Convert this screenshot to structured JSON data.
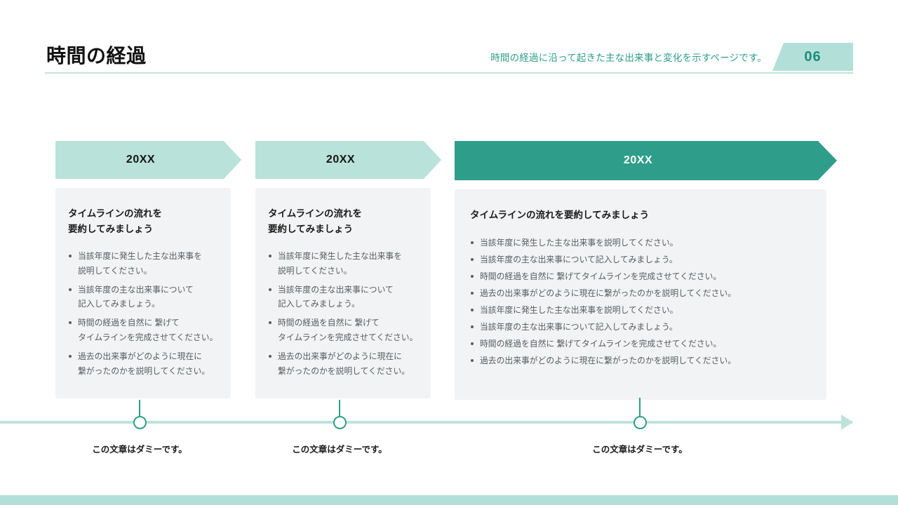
{
  "header": {
    "title": "時間の経過",
    "subtitle": "時間の経過に沿って起きた主な出来事と変化を示すページです。",
    "page_number": "06"
  },
  "theme": {
    "accent": "#2e9e8a",
    "accent_dark": "#1f8b78",
    "mint": "#b2e0d8",
    "mint_light": "#bfe3da",
    "card_bg": "#f1f3f4"
  },
  "cards": [
    {
      "year": "20XX",
      "heading": "タイムラインの流れを\n要約してみましょう",
      "bullets": [
        "当該年度に発生した主な出来事を\n説明してください。",
        "当該年度の主な出来事について\n記入してみましょう。",
        "時間の経過を自然に 繋げて\nタイムラインを完成させてください。",
        "過去の出来事がどのように現在に\n繋がったのかを説明してください。"
      ],
      "caption": "この文章はダミーです。"
    },
    {
      "year": "20XX",
      "heading": "タイムラインの流れを\n要約してみましょう",
      "bullets": [
        "当該年度に発生した主な出来事を\n説明してください。",
        "当該年度の主な出来事について\n記入してみましょう。",
        "時間の経過を自然に 繋げて\nタイムラインを完成させてください。",
        "過去の出来事がどのように現在に\n繋がったのかを説明してください。"
      ],
      "caption": "この文章はダミーです。"
    },
    {
      "year": "20XX",
      "heading": "タイムラインの流れを要約してみましょう",
      "bullets": [
        "当該年度に発生した主な出来事を説明してください。",
        "当該年度の主な出来事について記入してみましょう。",
        "時間の経過を自然に 繋げてタイムラインを完成させてください。",
        "過去の出来事がどのように現在に繋がったのかを説明してください。",
        "当該年度に発生した主な出来事を説明してください。",
        "当該年度の主な出来事について記入してみましょう。",
        "時間の経過を自然に 繋げてタイムラインを完成させてください。",
        "過去の出来事がどのように現在に繋がったのかを説明してください。"
      ],
      "caption": "この文章はダミーです。"
    }
  ]
}
